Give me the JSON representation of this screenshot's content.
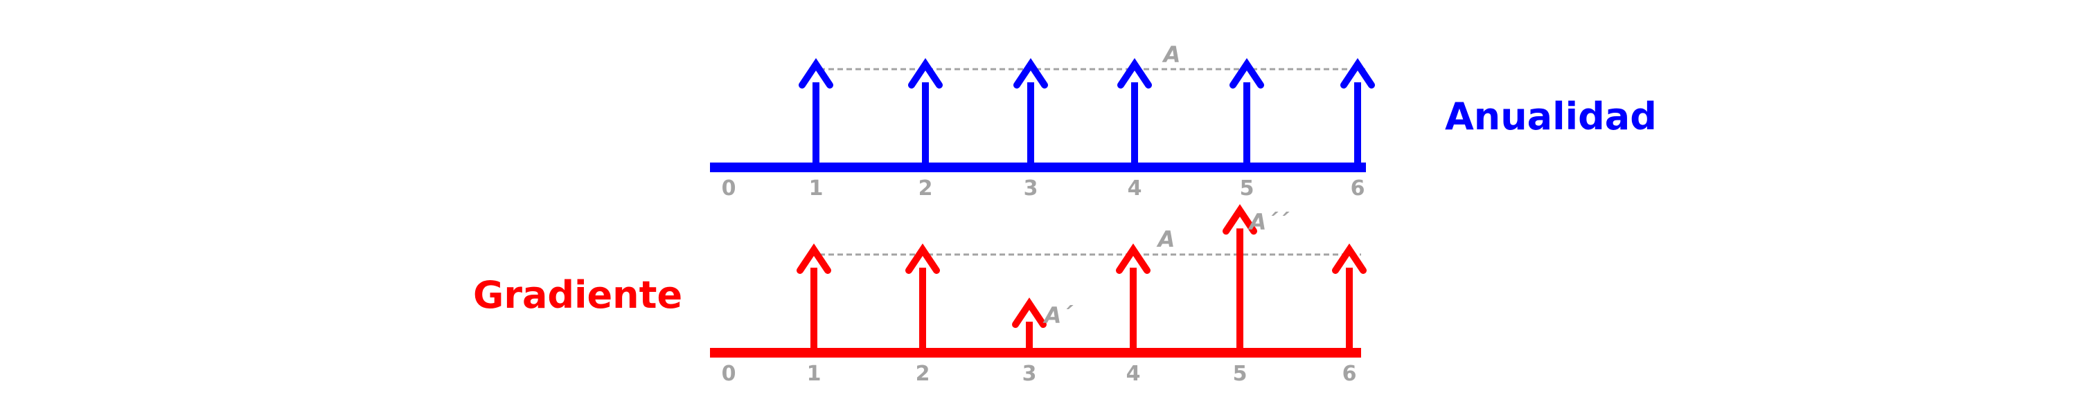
{
  "diagrams": [
    {
      "key": "annuity",
      "title": "Anualidad",
      "color": "#0000ff",
      "periods": [
        "0",
        "1",
        "2",
        "3",
        "4",
        "5",
        "6"
      ],
      "reference_label": "A",
      "flows": [
        {
          "period": 1,
          "relative_amount": 1.0,
          "label": ""
        },
        {
          "period": 2,
          "relative_amount": 1.0,
          "label": ""
        },
        {
          "period": 3,
          "relative_amount": 1.0,
          "label": ""
        },
        {
          "period": 4,
          "relative_amount": 1.0,
          "label": ""
        },
        {
          "period": 5,
          "relative_amount": 1.0,
          "label": ""
        },
        {
          "period": 6,
          "relative_amount": 1.0,
          "label": ""
        }
      ]
    },
    {
      "key": "gradient",
      "title": "Gradiente",
      "color": "#ff0000",
      "periods": [
        "0",
        "1",
        "2",
        "3",
        "4",
        "5",
        "6"
      ],
      "reference_label": "A",
      "flows": [
        {
          "period": 1,
          "relative_amount": 1.0,
          "label": ""
        },
        {
          "period": 2,
          "relative_amount": 1.0,
          "label": ""
        },
        {
          "period": 3,
          "relative_amount": 0.45,
          "label": "A´"
        },
        {
          "period": 4,
          "relative_amount": 1.0,
          "label": ""
        },
        {
          "period": 5,
          "relative_amount": 1.4,
          "label": "A´´"
        },
        {
          "period": 6,
          "relative_amount": 1.0,
          "label": ""
        }
      ]
    }
  ],
  "colors": {
    "annuity": "#0000ff",
    "gradient": "#ff0000",
    "reference_line": "#a3a3a3",
    "tick_label": "#a3a3a3"
  }
}
